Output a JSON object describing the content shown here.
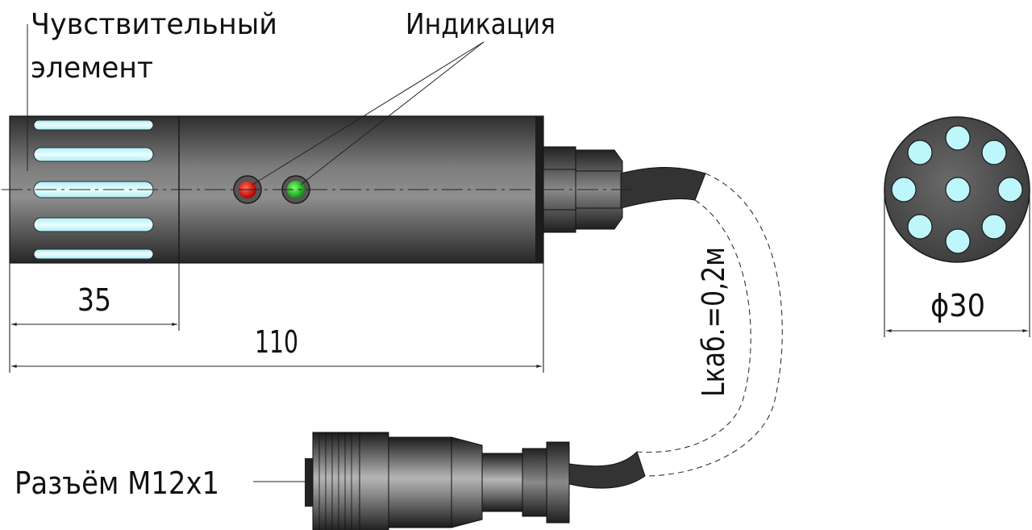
{
  "labels": {
    "sensing_element_line1": "Чувствительный",
    "sensing_element_line2": "элемент",
    "indication": "Индикация",
    "connector": "Разъём М12х1",
    "cable_length": "Lкаб.=0,2м"
  },
  "dimensions": {
    "sensing_length": "35",
    "total_length": "110",
    "diameter": "ϕ30"
  },
  "colors": {
    "body_dark": "#3a3a3a",
    "body_light": "#8c8c8c",
    "slot": "#d6fbff",
    "led_red": "#e01010",
    "led_green": "#19c21e"
  }
}
